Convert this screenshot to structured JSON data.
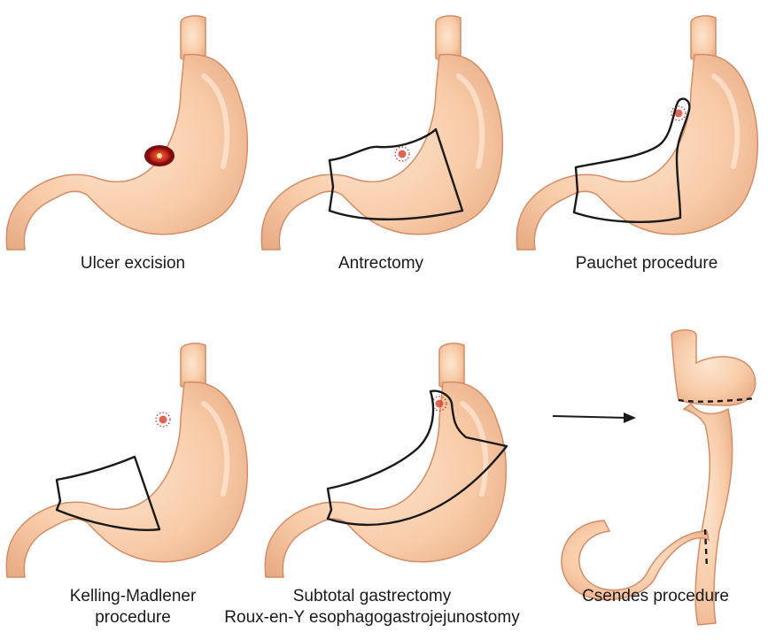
{
  "colors": {
    "tissue_light": "#fbe0c8",
    "tissue_mid": "#f3b992",
    "tissue_edge": "#d48d66",
    "ulcer_dark": "#8b1010",
    "ulcer_red": "#c8281e",
    "ulcer_center": "#f6d36a",
    "cut_line": "#1a1a1a"
  },
  "panels": [
    {
      "id": "ulcer-excision",
      "lines": [
        "Ulcer excision"
      ]
    },
    {
      "id": "antrectomy",
      "lines": [
        "Antrectomy"
      ]
    },
    {
      "id": "pauchet",
      "lines": [
        "Pauchet procedure"
      ]
    },
    {
      "id": "kelling-madlener",
      "lines": [
        "Kelling-Madlener",
        "procedure"
      ]
    },
    {
      "id": "subtotal-gastrectomy",
      "lines": [
        "Subtotal gastrectomy",
        "Roux-en-Y esophagogastrojejunostomy"
      ]
    },
    {
      "id": "csendes",
      "lines": [
        "Csendes procedure"
      ]
    }
  ]
}
